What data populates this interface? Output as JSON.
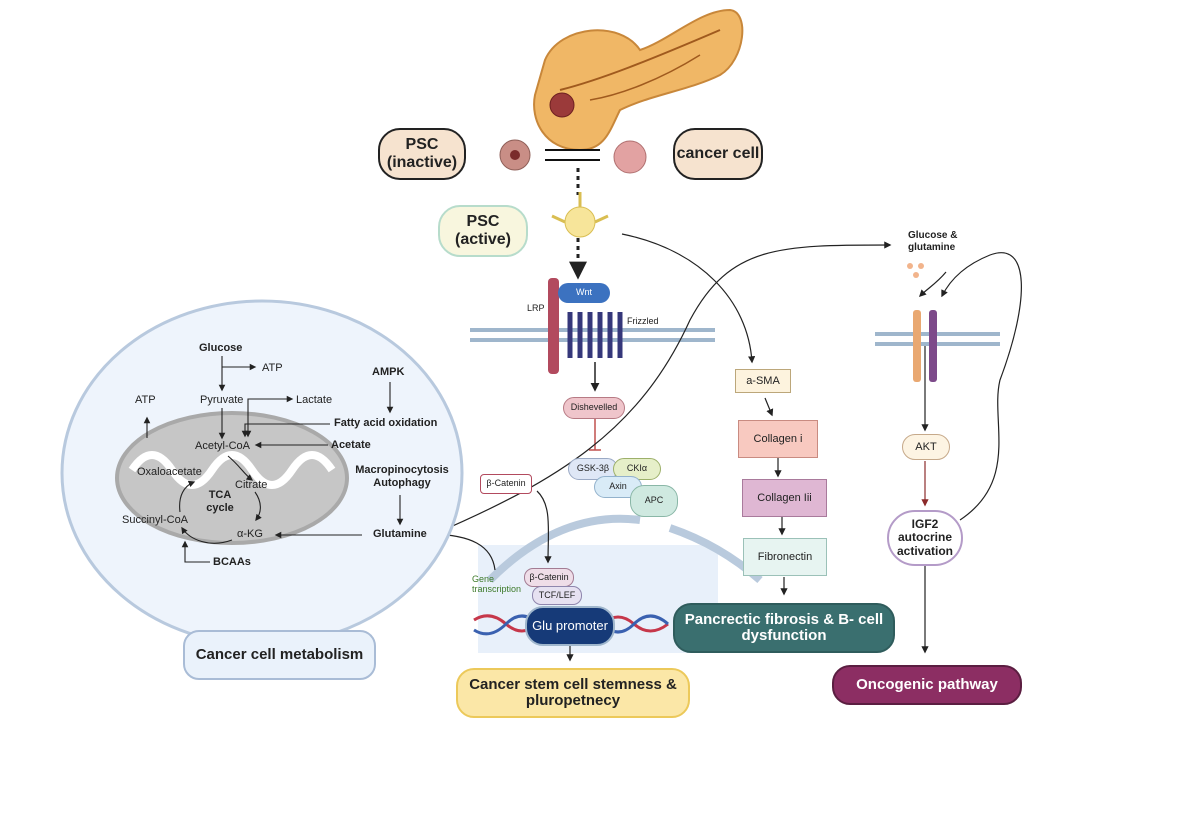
{
  "pancreas": {
    "psc_inactive": "PSC (inactive)",
    "cancer_cell": "cancer cell",
    "psc_active": "PSC (active)"
  },
  "wnt": {
    "lrp": "LRP",
    "wnt": "Wnt",
    "frizzled": "Frizzled",
    "dishevelled": "Dishevelled",
    "gsk3b": "GSK-3β",
    "ckla": "CKIα",
    "axin": "Axin",
    "apc": "APC",
    "b_catenin_cyto": "β-Catenin",
    "b_catenin_nuc": "β-Catenin",
    "tcf_lef": "TCF/LEF",
    "glu_promoter": "Glu promoter",
    "gene_transcription": "Gene transcription",
    "stemness": "Cancer stem cell stemness & pluropetnecy"
  },
  "fibrosis": {
    "asma": "a-SMA",
    "collagen_i": "Collagen i",
    "collagen_iii": "Collagen Iii",
    "fibronectin": "Fibronectin",
    "outcome": "Pancrectic fibrosis & B- cell dysfunction"
  },
  "igf2": {
    "glucose_glutamine": "Glucose & glutamine",
    "akt": "AKT",
    "igf2": "IGF2 autocrine activation",
    "oncogenic": "Oncogenic pathway"
  },
  "metabolism": {
    "glucose": "Glucose",
    "atp_top": "ATP",
    "atp_left": "ATP",
    "pyruvate": "Pyruvate",
    "lactate": "Lactate",
    "ampk": "AMPK",
    "fatty_acid": "Fatty acid oxidation",
    "acetyl_coa": "Acetyl-CoA",
    "acetate": "Acetate",
    "oxaloacetate": "Oxaloacetate",
    "citrate": "Citrate",
    "tca": "TCA cycle",
    "succinyl": "Succinyl-CoA",
    "akg": "α-KG",
    "macro": "Macropinocytosis Autophagy",
    "glutamine": "Glutamine",
    "bcaas": "BCAAs",
    "title": "Cancer  cell metabolism"
  }
}
